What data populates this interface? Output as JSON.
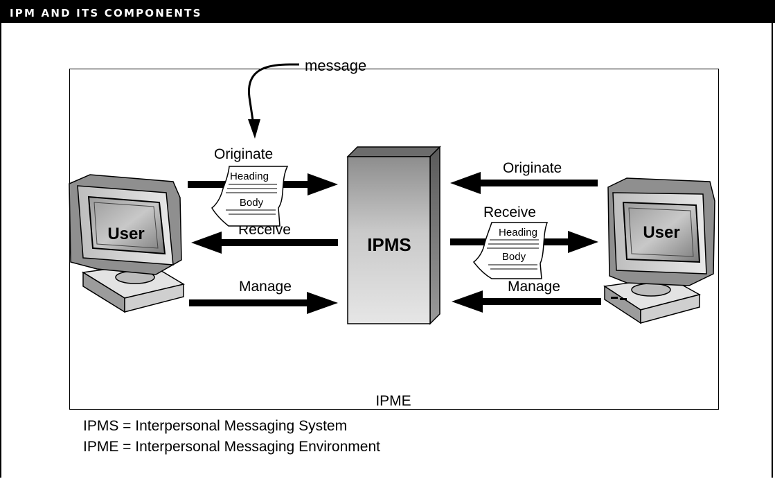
{
  "header": {
    "title": "IPM AND ITS COMPONENTS"
  },
  "diagram": {
    "message_label": "message",
    "environment_label": "IPME",
    "system_label": "IPMS",
    "left_user": {
      "label": "User",
      "originate": "Originate",
      "receive": "Receive",
      "manage": "Manage"
    },
    "right_user": {
      "label": "User",
      "originate": "Originate",
      "receive": "Receive",
      "manage": "Manage"
    },
    "document": {
      "heading": "Heading",
      "body": "Body"
    }
  },
  "legend": [
    "IPMS = Interpersonal Messaging System",
    "IPME = Interpersonal Messaging Environment"
  ],
  "colors": {
    "title_bar": "#000000",
    "title_text": "#ffffff",
    "server_light": "#d9d9d9",
    "server_dark": "#8a8a8a"
  }
}
